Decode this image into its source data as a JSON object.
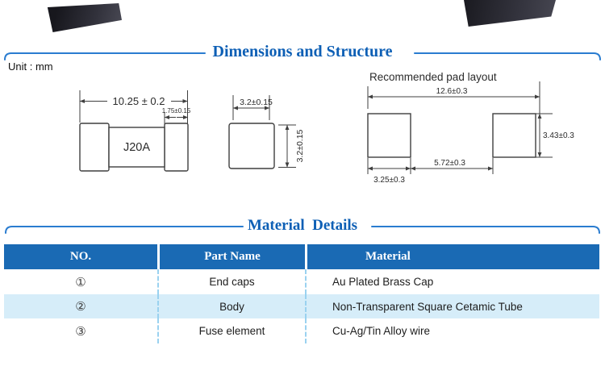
{
  "sections": {
    "dimensions": {
      "title": "Dimensions and Structure",
      "unit": "Unit : mm"
    },
    "materials": {
      "title": "Material  Details"
    }
  },
  "drawings": {
    "front": {
      "dim_overall": "10.25 ± 0.2",
      "dim_cap": "1.75±0.15",
      "marking": "J20A"
    },
    "side": {
      "dim_width": "3.2±0.15",
      "dim_height": "3.2±0.15"
    },
    "pad": {
      "title": "Recommended pad layout",
      "dim_overall": "12.6±0.3",
      "dim_height": "3.43±0.3",
      "dim_gap": "5.72±0.3",
      "dim_pad": "3.25±0.3"
    }
  },
  "table": {
    "headers": [
      "NO.",
      "Part Name",
      "Material"
    ],
    "rows": [
      {
        "no": "①",
        "part": "End caps",
        "material": "Au Plated Brass Cap"
      },
      {
        "no": "②",
        "part": "Body",
        "material": "Non-Transparent Square Cetamic Tube"
      },
      {
        "no": "③",
        "part": "Fuse element",
        "material": "Cu-Ag/Tin Alloy wire"
      }
    ]
  },
  "colors": {
    "title_blue": "#0d5fb5",
    "rule_blue": "#2a7cd0",
    "table_header_bg": "#1a6ab4",
    "table_alt_row": "#d6edf9",
    "dashed_separator": "#9ad2f0",
    "drawing_line": "#3f3f3f"
  }
}
